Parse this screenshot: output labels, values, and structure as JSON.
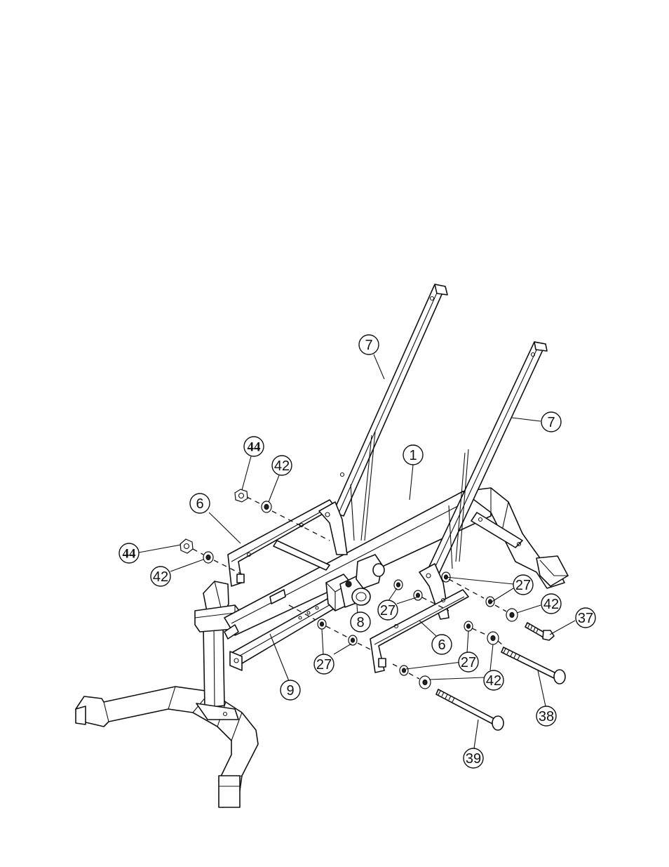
{
  "callouts": [
    {
      "id": "c-7a",
      "label": "7",
      "bold": false
    },
    {
      "id": "c-7b",
      "label": "7",
      "bold": false
    },
    {
      "id": "c-1",
      "label": "1",
      "bold": false
    },
    {
      "id": "c-44a",
      "label": "44",
      "bold": true
    },
    {
      "id": "c-42a",
      "label": "42",
      "bold": false
    },
    {
      "id": "c-6a",
      "label": "6",
      "bold": false
    },
    {
      "id": "c-44b",
      "label": "44",
      "bold": true
    },
    {
      "id": "c-42b",
      "label": "42",
      "bold": false
    },
    {
      "id": "c-27a",
      "label": "27",
      "bold": false
    },
    {
      "id": "c-42c",
      "label": "42",
      "bold": false
    },
    {
      "id": "c-37",
      "label": "37",
      "bold": false
    },
    {
      "id": "c-27b",
      "label": "27",
      "bold": false
    },
    {
      "id": "c-8",
      "label": "8",
      "bold": false
    },
    {
      "id": "c-6b",
      "label": "6",
      "bold": false
    },
    {
      "id": "c-27c",
      "label": "27",
      "bold": false
    },
    {
      "id": "c-27d",
      "label": "27",
      "bold": false
    },
    {
      "id": "c-9",
      "label": "9",
      "bold": false
    },
    {
      "id": "c-42d",
      "label": "42",
      "bold": false
    },
    {
      "id": "c-38",
      "label": "38",
      "bold": false
    },
    {
      "id": "c-39",
      "label": "39",
      "bold": false
    }
  ]
}
